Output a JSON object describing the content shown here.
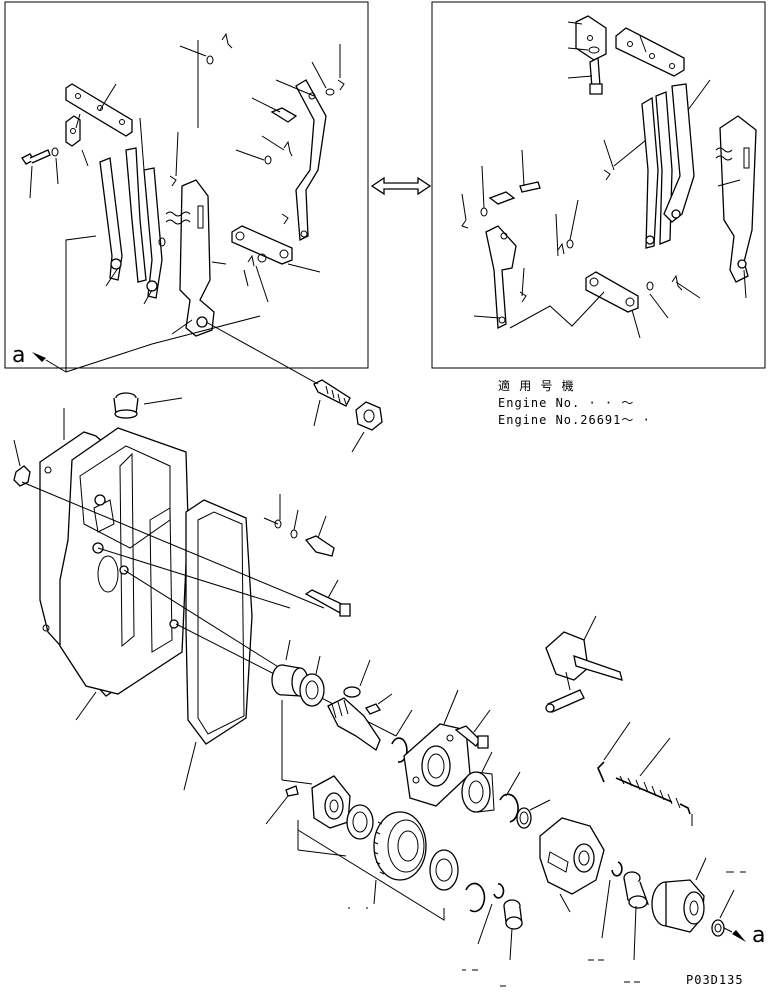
{
  "view_marker": "a",
  "applicable_header": "適 用 号 機",
  "engine_rows": [
    {
      "prefix": "Engine No.",
      "value": " · · ～"
    },
    {
      "prefix": "Engine No.",
      "value": "26691～ ·"
    }
  ],
  "drawing_code": "P03D135",
  "colors": {
    "line": "#000000",
    "background": "#ffffff"
  }
}
